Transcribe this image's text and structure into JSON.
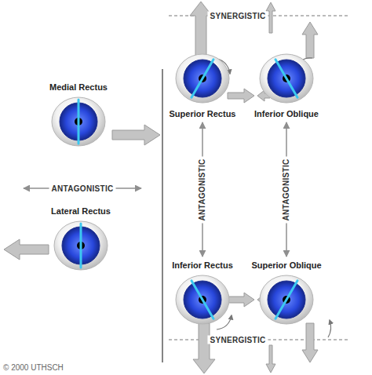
{
  "diagram": {
    "nodes": [
      {
        "text": [
          "Medial Rectus"
        ]
      },
      {
        "text": [
          "Lateral Rectus"
        ]
      },
      {
        "text": [
          "Superior Rectus"
        ]
      },
      {
        "text": [
          "Inferior Oblique"
        ]
      },
      {
        "text": [
          "Inferior Rectus"
        ]
      },
      {
        "text": [
          "Superior Oblique"
        ]
      }
    ],
    "edges": [
      {
        "from": 2,
        "to": 4,
        "arrow": "both",
        "label": "ANTAGONISTIC"
      },
      {
        "from": 3,
        "to": 5,
        "arrow": "both",
        "label": "ANTAGONISTIC"
      }
    ],
    "labels": [
      "ANTAGONISTIC",
      "SYNERGISTIC",
      "SYNERGISTIC",
      "© 2000 UTHSCH"
    ]
  }
}
